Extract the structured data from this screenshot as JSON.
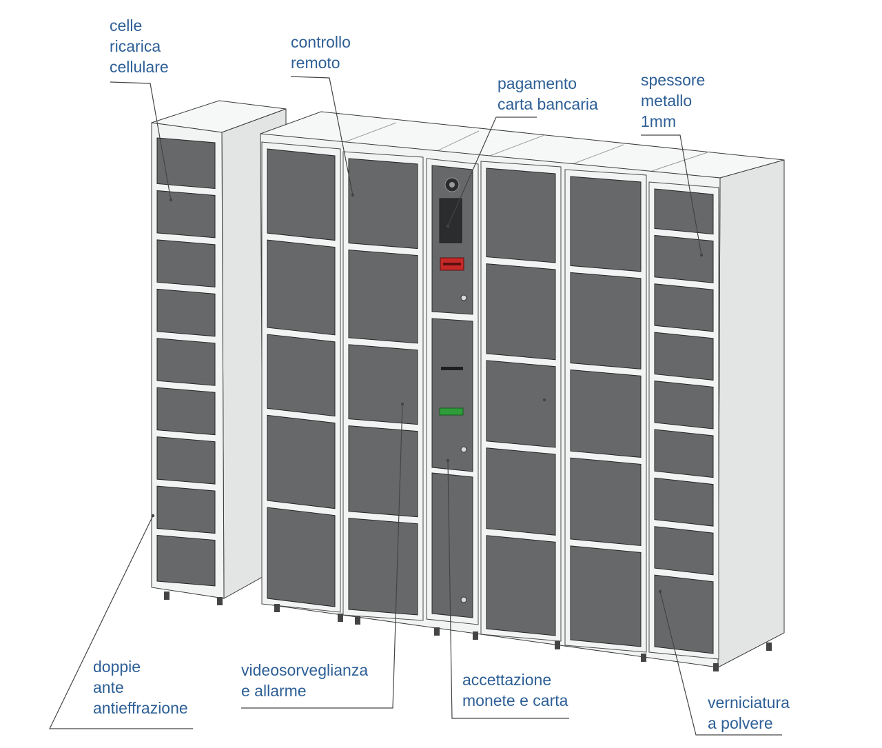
{
  "callouts": [
    {
      "id": "charging-cells",
      "lines": [
        "celle",
        "ricarica",
        "cellulare"
      ]
    },
    {
      "id": "remote-control",
      "lines": [
        "controllo",
        "remoto"
      ]
    },
    {
      "id": "card-payment",
      "lines": [
        "pagamento",
        "carta bancaria"
      ]
    },
    {
      "id": "metal-thickness",
      "lines": [
        "spessore",
        "metallo",
        "1mm"
      ]
    },
    {
      "id": "double-doors",
      "lines": [
        "doppie",
        "ante",
        "antieffrazione"
      ]
    },
    {
      "id": "video-alarm",
      "lines": [
        "videosorveglianza",
        "e allarme"
      ]
    },
    {
      "id": "coin-card",
      "lines": [
        "accettazione",
        "monete e carta"
      ]
    },
    {
      "id": "powder-coating",
      "lines": [
        "verniciatura",
        "a polvere"
      ]
    }
  ],
  "colors": {
    "label": "#2d5f96",
    "door": "#66686a",
    "frame": "#f2f3f3",
    "side": "#e3e4e4",
    "top": "#f6f7f7",
    "outline": "#3a3a3a",
    "screen": "#2b2c2d",
    "card_slot": "#c62828",
    "coin_slot": "#2e9c3a"
  }
}
